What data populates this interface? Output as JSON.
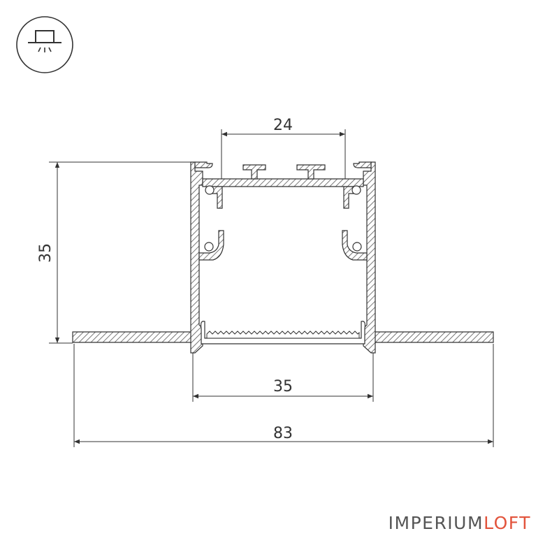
{
  "dimensions": {
    "top_width": "24",
    "height": "35",
    "body_width": "35",
    "total_width": "83"
  },
  "logo": {
    "part1": "IMPERIUM",
    "part2": "LOFT"
  },
  "icon": "recessed-light-icon",
  "colors": {
    "line": "#333333",
    "accent": "#e2543c"
  }
}
